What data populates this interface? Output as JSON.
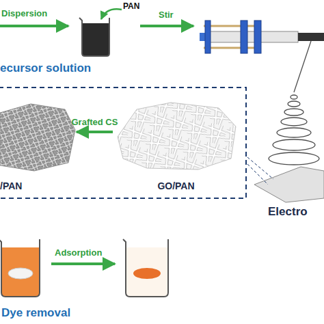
{
  "diagram": {
    "nodes": [
      {
        "text": [
          "GO/PAN"
        ]
      },
      {
        "text": [
          "/PAN"
        ]
      }
    ],
    "edges": [
      {
        "from": 0,
        "to": 1,
        "arrow": "to",
        "label": "Grafted CS"
      }
    ],
    "labels": [
      "Dispersion",
      "PAN",
      "Stir",
      "ecursor solution",
      "Electro",
      "Adsorption",
      "Dye removal"
    ]
  }
}
